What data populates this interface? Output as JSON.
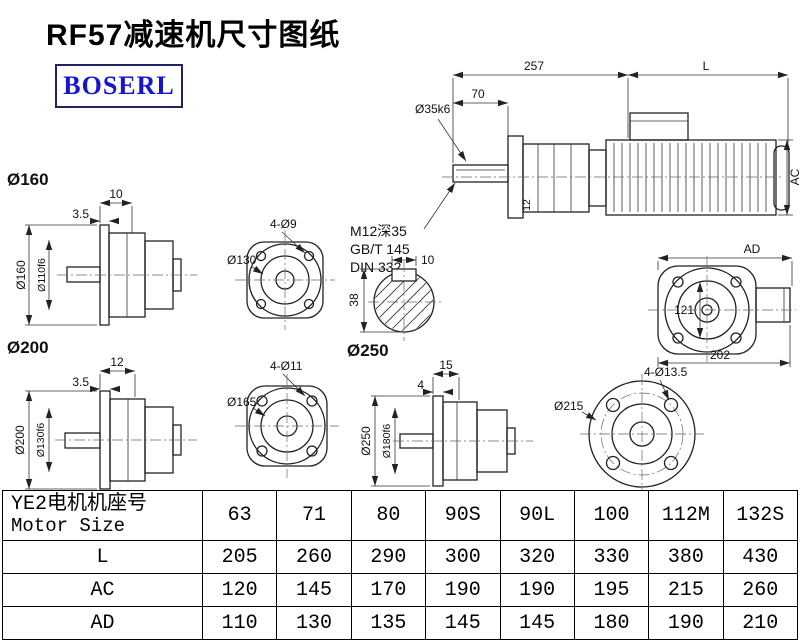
{
  "page": {
    "title": "RF57减速机尺寸图纸",
    "logo": "BOSERL"
  },
  "side_view": {
    "dim_257": "257",
    "dim_l": "L",
    "dim_70": "70",
    "shaft_dia": "Ø35k6",
    "dim_ac": "AC",
    "dim_key": "12",
    "note_tap": "M12深35",
    "note_gb": "GB/T 145",
    "note_din": "DIN 332"
  },
  "flange160": {
    "label": "Ø160",
    "dim_len": "10",
    "dim_plate": "3.5",
    "dim_od": "Ø160",
    "dim_spigot": "Ø110f6"
  },
  "flange130_front": {
    "dim_dia": "Ø130",
    "dim_holes": "4-Ø9"
  },
  "shaft_section": {
    "dim_key_width": "10",
    "dim_key_height": "38"
  },
  "rear_view": {
    "dim_ad": "AD",
    "dim_121": "121",
    "dim_202": "202"
  },
  "flange200": {
    "label": "Ø200",
    "dim_len": "12",
    "dim_plate": "3.5",
    "dim_od": "Ø200",
    "dim_spigot": "Ø130f6"
  },
  "flange165_front": {
    "dim_dia": "Ø165",
    "dim_holes": "4-Ø11"
  },
  "flange250": {
    "label": "Ø250",
    "dim_len": "15",
    "dim_plate": "4",
    "dim_od": "Ø250",
    "dim_spigot": "Ø180f6"
  },
  "flange215_front": {
    "dim_dia": "Ø215",
    "dim_holes": "4-Ø13.5"
  },
  "table": {
    "header_cn": "YE2电机机座号",
    "header_en": "Motor Size",
    "columns": [
      "63",
      "71",
      "80",
      "90S",
      "90L",
      "100",
      "112M",
      "132S"
    ],
    "rows": [
      {
        "label": "L",
        "values": [
          "205",
          "260",
          "290",
          "300",
          "320",
          "330",
          "380",
          "430"
        ]
      },
      {
        "label": "AC",
        "values": [
          "120",
          "145",
          "170",
          "190",
          "190",
          "195",
          "215",
          "260"
        ]
      },
      {
        "label": "AD",
        "values": [
          "110",
          "130",
          "135",
          "145",
          "145",
          "180",
          "190",
          "210"
        ]
      }
    ]
  }
}
